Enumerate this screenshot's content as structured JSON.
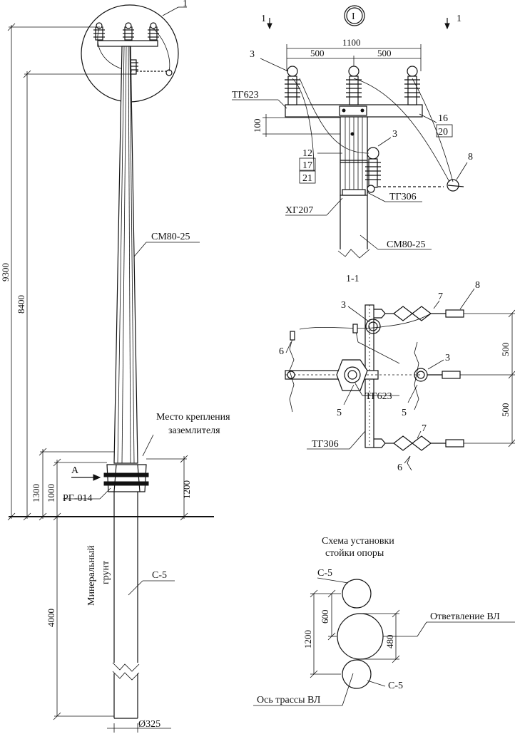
{
  "callouts": {
    "view_ref": "1",
    "view_circle_label": "I",
    "section_mark_left": "1",
    "section_mark_right": "1",
    "section_title": "1-1",
    "pole_top": "СМ80-25",
    "pole_top_detail": "СМ80-25",
    "pole_bottom": "С-5",
    "grounding_note_line1": "Место крепления",
    "grounding_note_line2": "заземлителя",
    "arrow_a": "А",
    "rg": "РГ-014",
    "soil_line1": "Минеральный",
    "soil_line2": "грунт",
    "tg623": "ТГ623",
    "tg623_b": "ТГ623",
    "tg306": "ТГ306",
    "tg306_b": "ТГ306",
    "xg207": "ХГ207",
    "scheme_title_line1": "Схема установки",
    "scheme_title_line2": "стойки опоры",
    "scheme_c5_top": "С-5",
    "scheme_c5_bottom": "С-5",
    "branch": "Ответвление ВЛ",
    "axis": "Ось трассы ВЛ"
  },
  "positions": {
    "p3a": "3",
    "p3b": "3",
    "p3c": "3",
    "p3d": "3",
    "p16": "16",
    "p20": "20",
    "p12": "12",
    "p17": "17",
    "p21": "21",
    "p8a": "8",
    "p8b": "8",
    "p7a": "7",
    "p7b": "7",
    "p6a": "6",
    "p6b": "6",
    "p5a": "5",
    "p5b": "5"
  },
  "dimensions": {
    "d9300": "9300",
    "d8400": "8400",
    "d1300": "1300",
    "d1000": "1000",
    "d1200_main": "1200",
    "d4000": "4000",
    "diam": "Ø325",
    "d1100": "1100",
    "d500_l": "500",
    "d500_r": "500",
    "d100": "100",
    "d500_sec_top": "500",
    "d500_sec_bot": "500",
    "d1200_scheme": "1200",
    "d600": "600",
    "d480": "480"
  }
}
